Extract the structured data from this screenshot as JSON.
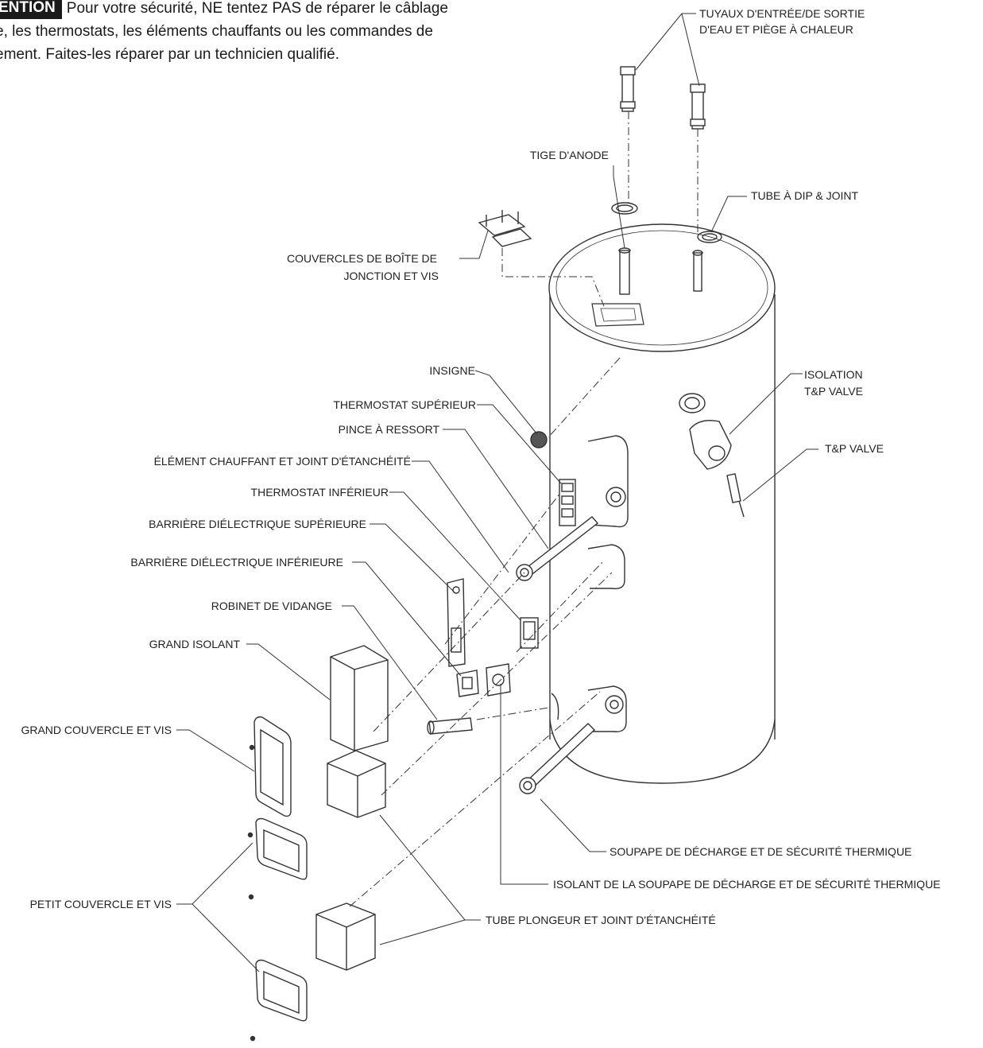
{
  "warning": {
    "badge": "ENTION",
    "line1": "Pour votre sécurité, NE tentez PAS de réparer le câblage",
    "line2": "e, les thermostats, les éléments chauffants ou les commandes de",
    "line3": "ement. Faites-les réparer par un technicien qualifié."
  },
  "labels": {
    "tuyaux_l1": "TUYAUX D'ENTRÉE/DE SORTIE",
    "tuyaux_l2": "D'EAU ET PIÈGE À CHALEUR",
    "tige_anode": "TIGE D'ANODE",
    "tube_dip": "TUBE À DIP & JOINT",
    "couvercles_l1": "COUVERCLES DE BOÎTE DE",
    "couvercles_l2": "JONCTION ET VIS",
    "insigne": "INSIGNE",
    "isolation_l1": "ISOLATION",
    "isolation_l2": "T&P VALVE",
    "thermostat_sup": "THERMOSTAT SUPÉRIEUR",
    "pince": "PINCE À RESSORT",
    "tp_valve": "T&P VALVE",
    "element": "ÉLÉMENT CHAUFFANT ET JOINT D'ÉTANCHÉITÉ",
    "thermostat_inf": "THERMOSTAT INFÉRIEUR",
    "barriere_sup": "BARRIÈRE DIÉLECTRIQUE SUPÉRIEURE",
    "barriere_inf": "BARRIÈRE DIÉLECTRIQUE INFÉRIEURE",
    "robinet": "ROBINET DE VIDANGE",
    "grand_isolant": "GRAND ISOLANT",
    "grand_couvercle": "GRAND COUVERCLE ET VIS",
    "petit_couvercle": "PETIT COUVERCLE ET VIS",
    "soupape": "SOUPAPE DE DÉCHARGE ET DE SÉCURITÉ THERMIQUE",
    "isolant_soupape": "ISOLANT DE LA SOUPAPE DE DÉCHARGE ET DE SÉCURITÉ THERMIQUE",
    "tube_plongeur": "TUBE PLONGEUR ET JOINT D'ÉTANCHÉITÉ"
  },
  "colors": {
    "ink": "#222222",
    "badge_bg": "#1a1a1a"
  }
}
